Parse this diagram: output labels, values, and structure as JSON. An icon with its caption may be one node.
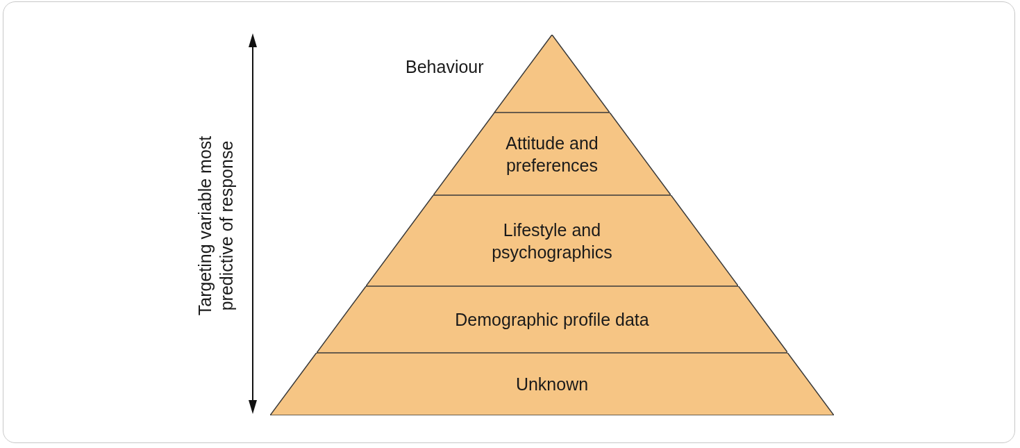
{
  "diagram": {
    "nodes": [
      {
        "text": [
          "Behaviour"
        ]
      },
      {
        "text": [
          "Attitude and preferences"
        ]
      },
      {
        "text": [
          "Lifestyle and psychographics"
        ]
      },
      {
        "text": [
          "Demographic profile data"
        ]
      },
      {
        "text": [
          "Unknown"
        ]
      }
    ],
    "labels": [
      "Targeting variable most predictive of response"
    ]
  }
}
